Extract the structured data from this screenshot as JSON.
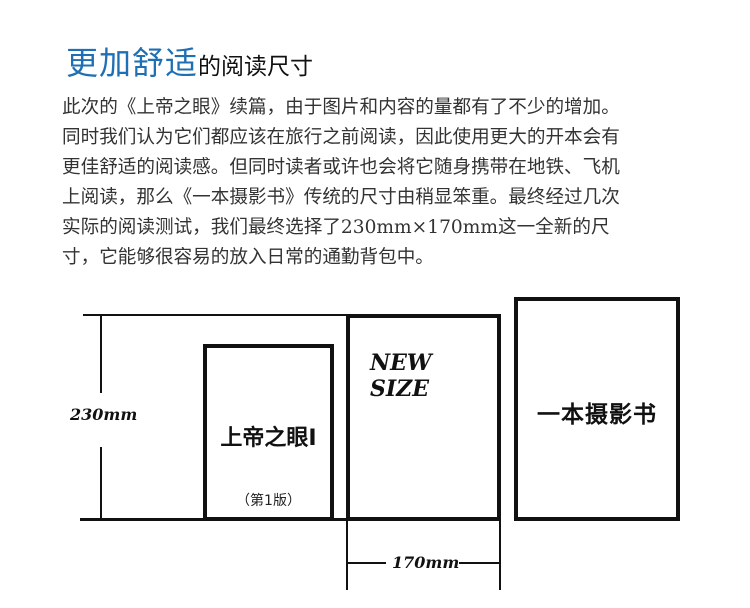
{
  "heading": {
    "accent": "更加舒适",
    "rest": "的阅读尺寸",
    "accent_color": "#1f6fb5"
  },
  "paragraph": {
    "lines": [
      "此次的《上帝之眼》续篇，由于图片和内容的量都有了不少的增加。",
      "同时我们认为它们都应该在旅行之前阅读，因此使用更大的开本会有",
      "更佳舒适的阅读感。但同时读者或许也会将它随身携带在地铁、飞机",
      "上阅读，那么《一本摄影书》传统的尺寸由稍显笨重。最终经过几次",
      "实际的阅读测试，我们最终选择了230mm×170mm这一全新的尺",
      "寸，它能够很容易的放入日常的通勤背包中。"
    ]
  },
  "diagram": {
    "height_label": "230mm",
    "width_label": "170mm",
    "books": [
      {
        "title": "上帝之眼I",
        "subtitle": "（第1版）"
      },
      {
        "title_line1": "NEW",
        "title_line2": "SIZE"
      },
      {
        "title": "一本摄影书"
      }
    ]
  }
}
